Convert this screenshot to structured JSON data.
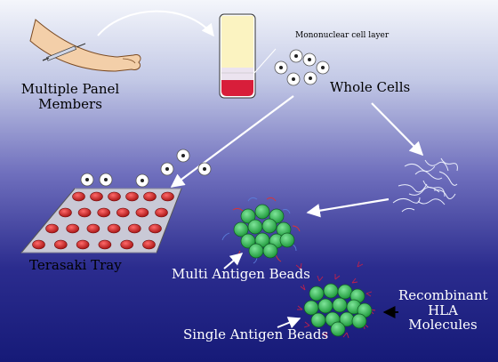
{
  "labels": {
    "panel_members": "Multiple Panel\nMembers",
    "mononuclear": "Mononuclear cell layer",
    "whole_cells": "Whole Cells",
    "terasaki_tray": "Terasaki Tray",
    "multi_antigen_beads": "Multi Antigen Beads",
    "single_antigen_beads": "Single Antigen Beads",
    "recombinant_hla": "Recombinant\nHLA\nMolecules"
  },
  "colors": {
    "arrow": "#ffffff",
    "bead_fill": "#35c45a",
    "well_fill": "#cc1a1a",
    "tube_plasma": "#fbf3c1",
    "tube_red": "#d81e3a",
    "tube_band": "#ebe3ef"
  },
  "icons": [
    "arm-with-syringe-icon",
    "test-tube-icon",
    "cell-icon",
    "lymphocyte-strands-icon",
    "bead-icon",
    "antibody-icon",
    "terasaki-tray-icon"
  ]
}
